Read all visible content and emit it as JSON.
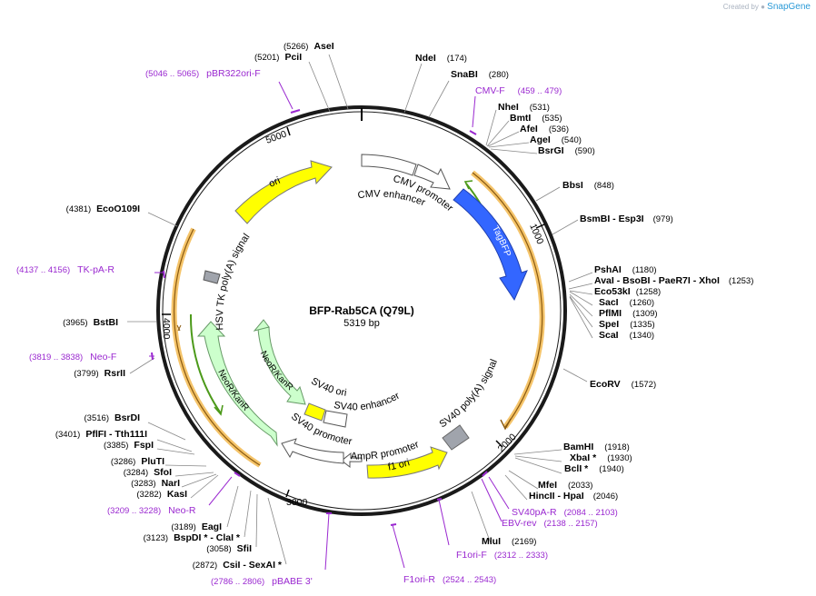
{
  "credit": {
    "prefix": "Created by",
    "brand": "SnapGene"
  },
  "plasmid": {
    "name": "BFP-Rab5CA (Q79L)",
    "length": "5319 bp"
  },
  "ticks": [
    "1000",
    "2000",
    "3000",
    "4000",
    "5000"
  ],
  "features": {
    "cmv_enhancer": "CMV enhancer",
    "cmv_promoter": "CMV promoter",
    "tagbfp": "TagBFP",
    "sv40_polya": "SV40 poly(A) signal",
    "f1_ori": "f1 ori",
    "ampr_promoter": "AmpR promoter",
    "sv40_promoter": "SV40 promoter",
    "sv40_enhancer": "SV40 enhancer",
    "sv40_ori": "SV40 ori",
    "neo_inner": "NeoR/KanR",
    "neo_outer": "NeoR/KanR",
    "hsv_tk_polya": "HSV TK poly(A) signal",
    "ori": "ori"
  },
  "enzymes": [
    {
      "name": "AseI",
      "pos": "(5266)"
    },
    {
      "name": "PciI",
      "pos": "(5201)"
    },
    {
      "name": "NdeI",
      "pos": "(174)"
    },
    {
      "name": "SnaBI",
      "pos": "(280)"
    },
    {
      "name": "NheI",
      "pos": "(531)"
    },
    {
      "name": "BmtI",
      "pos": "(535)"
    },
    {
      "name": "AfeI",
      "pos": "(536)"
    },
    {
      "name": "AgeI",
      "pos": "(540)"
    },
    {
      "name": "BsrGI",
      "pos": "(590)"
    },
    {
      "name": "BbsI",
      "pos": "(848)"
    },
    {
      "name": "BsmBI  - Esp3I",
      "pos": "(979)"
    },
    {
      "name": "PshAI",
      "pos": "(1180)"
    },
    {
      "name": "AvaI  - BsoBI  - PaeR7I  - XhoI",
      "pos": "(1253)"
    },
    {
      "name": "Eco53kI",
      "pos": "(1258)"
    },
    {
      "name": "SacI",
      "pos": "(1260)"
    },
    {
      "name": "PflMI",
      "pos": "(1309)"
    },
    {
      "name": "SpeI",
      "pos": "(1335)"
    },
    {
      "name": "ScaI",
      "pos": "(1340)"
    },
    {
      "name": "EcoRV",
      "pos": "(1572)"
    },
    {
      "name": "BamHI",
      "pos": "(1918)"
    },
    {
      "name": "XbaI *",
      "pos": "(1930)"
    },
    {
      "name": "BclI *",
      "pos": "(1940)"
    },
    {
      "name": "MfeI",
      "pos": "(2033)"
    },
    {
      "name": "HincII  - HpaI",
      "pos": "(2046)"
    },
    {
      "name": "MluI",
      "pos": "(2169)"
    },
    {
      "name": "EcoO109I",
      "pos": "(4381)"
    },
    {
      "name": "BstBI",
      "pos": "(3965)"
    },
    {
      "name": "RsrII",
      "pos": "(3799)"
    },
    {
      "name": "BsrDI",
      "pos": "(3516)"
    },
    {
      "name": "PflFI  - Tth111I",
      "pos": "(3401)"
    },
    {
      "name": "FspI",
      "pos": "(3385)"
    },
    {
      "name": "PluTI",
      "pos": "(3286)"
    },
    {
      "name": "SfoI",
      "pos": "(3284)"
    },
    {
      "name": "NarI",
      "pos": "(3283)"
    },
    {
      "name": "KasI",
      "pos": "(3282)"
    },
    {
      "name": "EagI",
      "pos": "(3189)"
    },
    {
      "name": "BspDI *  - ClaI *",
      "pos": "(3123)"
    },
    {
      "name": "SfiI",
      "pos": "(3058)"
    },
    {
      "name": "CsiI  - SexAI *",
      "pos": "(2872)"
    }
  ],
  "primers": [
    {
      "name": "pBR322ori-F",
      "range": "(5046 .. 5065)"
    },
    {
      "name": "CMV-F",
      "range": "(459 .. 479)"
    },
    {
      "name": "TK-pA-R",
      "range": "(4137 .. 4156)"
    },
    {
      "name": "Neo-F",
      "range": "(3819 .. 3838)"
    },
    {
      "name": "Neo-R",
      "range": "(3209 .. 3228)"
    },
    {
      "name": "SV40pA-R",
      "range": "(2084 .. 2103)"
    },
    {
      "name": "EBV-rev",
      "range": "(2138 .. 2157)"
    },
    {
      "name": "F1ori-F",
      "range": "(2312 .. 2333)"
    },
    {
      "name": "F1ori-R",
      "range": "(2524 .. 2543)"
    },
    {
      "name": "pBABE 3'",
      "range": "(2786 .. 2806)"
    }
  ],
  "colors": {
    "backbone": "#1a1a1a",
    "primer": "#9a28d0",
    "ori": "#ffff00",
    "tagbfp": "#3366ff",
    "neo": "#ccffcc",
    "orf": "#f5c46a",
    "orf_inner": "#4c9a1a",
    "polya": "#a0a4ac"
  }
}
